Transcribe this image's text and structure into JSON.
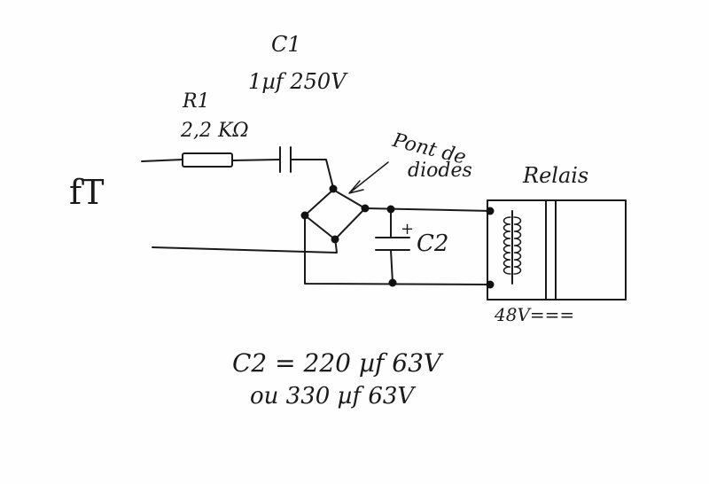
{
  "labels": {
    "c1_name": "C1",
    "c1_value": "1µf 250V",
    "r1_name": "R1",
    "r1_value": "2,2 KΩ",
    "bridge_line1": "Pont de",
    "bridge_line2": "diodes",
    "relay": "Relais",
    "c2_plus": "+",
    "c2_name": "C2",
    "ft": "fT",
    "relay_voltage": "48V===",
    "note_line1": "C2 = 220 µf 63V",
    "note_line2": "ou 330 µf 63V"
  },
  "colors": {
    "ink": "#1a1a1a",
    "paper": "#fefefe"
  }
}
